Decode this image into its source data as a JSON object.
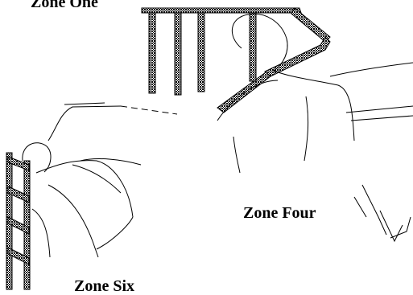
{
  "labels": {
    "zone_one": "Zone One",
    "zone_four": "Zone Four",
    "zone_six": "Zone Six"
  },
  "colors": {
    "ink": "#000000",
    "rail_stroke": "#000000",
    "rail_fill": "url(#hatch)",
    "background": "#ffffff"
  }
}
